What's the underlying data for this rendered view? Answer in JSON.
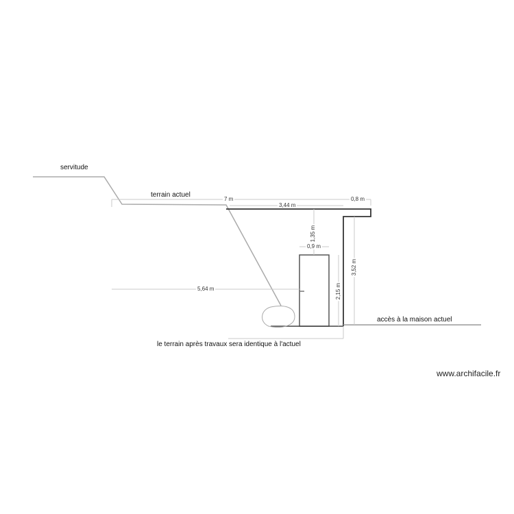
{
  "labels": {
    "servitude": "servitude",
    "terrain_actuel": "terrain actuel",
    "acces_maison": "accès à la maison actuel",
    "note_terrain": "le terrain après travaux sera identique à l'actuel"
  },
  "dimensions": {
    "total_width": "7 m",
    "roof_width": "3,44 m",
    "overhang": "0,8 m",
    "ceiling_gap": "1,35 m",
    "door_width": "0,9 m",
    "door_height": "2,15 m",
    "wall_height": "3,52 m",
    "door_offset": "5,64 m"
  },
  "watermark": "www.archifacile.fr",
  "colors": {
    "structure": "#333333",
    "terrain": "#999999",
    "dimension_line": "#c8c8c8"
  }
}
